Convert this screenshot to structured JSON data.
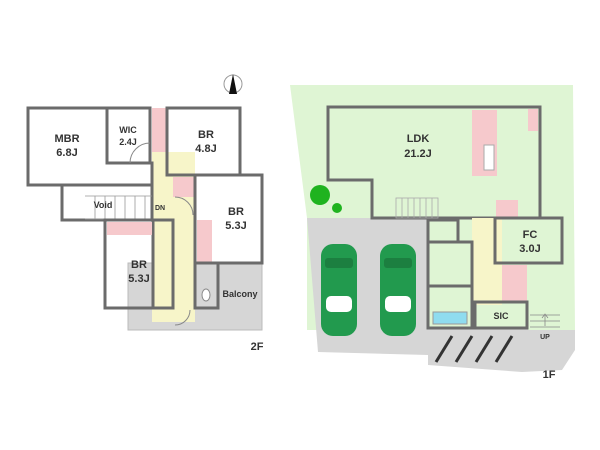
{
  "floor2": {
    "label": "2F",
    "rooms": {
      "mbr": {
        "name": "MBR",
        "size": "6.8J"
      },
      "wic": {
        "name": "WIC",
        "size": "2.4J"
      },
      "br1": {
        "name": "BR",
        "size": "4.8J"
      },
      "br2": {
        "name": "BR",
        "size": "5.3J"
      },
      "br3": {
        "name": "BR",
        "size": "5.3J"
      },
      "void": "Void",
      "dn": "DN",
      "balcony": "Balcony"
    }
  },
  "floor1": {
    "label": "1F",
    "rooms": {
      "ldk": {
        "name": "LDK",
        "size": "21.2J"
      },
      "fc": {
        "name": "FC",
        "size": "3.0J"
      },
      "sic": "SIC",
      "up": "UP"
    }
  },
  "colors": {
    "room": "#f7f5c9",
    "closet": "#f6c9cc",
    "wet": "#d4f0f7",
    "garden": "#dff5d4",
    "paving": "#d6d6d6",
    "car": "#229a4e",
    "wall": "#6b6b6b"
  }
}
